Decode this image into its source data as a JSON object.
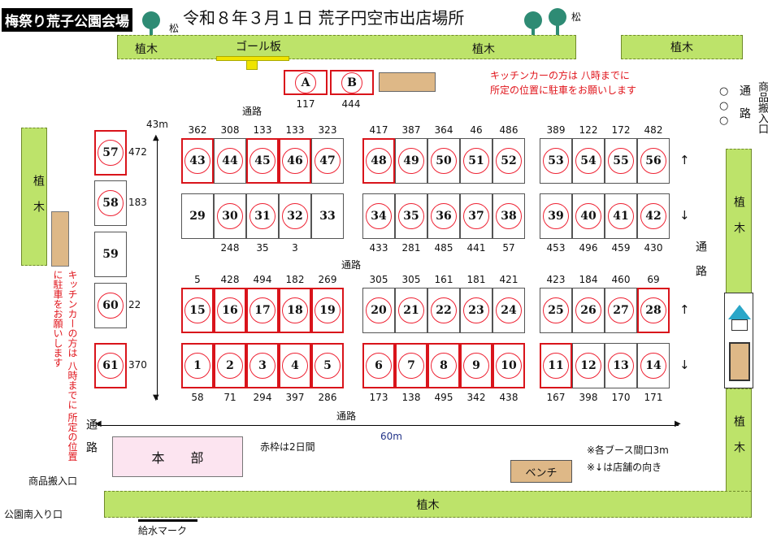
{
  "header": {
    "venue": "梅祭り荒子公園会場",
    "title": "令和８年３月１日 荒子円空市出店場所",
    "pine_label": "松"
  },
  "hedge_label": "植木",
  "goal_label": "ゴール板",
  "special_booths": [
    {
      "no": "A",
      "value": "117"
    },
    {
      "no": "B",
      "value": "444"
    }
  ],
  "kitchen_note": [
    "キッチンカーの方は 八時までに",
    "所定の位置に駐車をお願いします"
  ],
  "kitchen_note_vertical": "キッチンカーの方は 八時までに 所定の位置に駐車をお願いします",
  "aisle": "通路",
  "aisle_top": "通 路",
  "aisle_right": "○○○",
  "goods_entrance": "商品搬入口",
  "dim_height": "43m",
  "dim_width": "60m",
  "hq": "本　　部",
  "red_frame_note": "赤枠は2日間",
  "notes": [
    "※各ブース間口3m",
    "※↓は店舗の向き"
  ],
  "bench": "ベンチ",
  "south_entrance": "公園南入り口",
  "water_mark": "給水マーク",
  "colors": {
    "hedge": "#bde36a",
    "red": "#e0141b",
    "bench": "#deb887",
    "hq": "#fce4f0",
    "arrow_up": "#2aa6c8"
  },
  "row_arrows": [
    "↑",
    "↓",
    "↑",
    "↓"
  ],
  "rows": [
    {
      "label_pos": "top",
      "booths": [
        {
          "no": "43",
          "value": "362",
          "red": true
        },
        {
          "no": "44",
          "value": "308"
        },
        {
          "no": "45",
          "value": "133",
          "red": true
        },
        {
          "no": "46",
          "value": "133",
          "red": true
        },
        {
          "no": "47",
          "value": "323"
        },
        {
          "no": "48",
          "value": "417",
          "red": true
        },
        {
          "no": "49",
          "value": "387"
        },
        {
          "no": "50",
          "value": "364"
        },
        {
          "no": "51",
          "value": "46"
        },
        {
          "no": "52",
          "value": "486"
        },
        {
          "no": "53",
          "value": "389"
        },
        {
          "no": "54",
          "value": "122"
        },
        {
          "no": "55",
          "value": "172"
        },
        {
          "no": "56",
          "value": "482"
        }
      ]
    },
    {
      "label_pos": "bottom",
      "booths": [
        {
          "no": "29",
          "value": "",
          "plain": true
        },
        {
          "no": "30",
          "value": "248"
        },
        {
          "no": "31",
          "value": "35"
        },
        {
          "no": "32",
          "value": "3"
        },
        {
          "no": "33",
          "value": "",
          "plain": true
        },
        {
          "no": "34",
          "value": "433"
        },
        {
          "no": "35",
          "value": "281"
        },
        {
          "no": "36",
          "value": "485"
        },
        {
          "no": "37",
          "value": "441"
        },
        {
          "no": "38",
          "value": "57"
        },
        {
          "no": "39",
          "value": "453"
        },
        {
          "no": "40",
          "value": "496"
        },
        {
          "no": "41",
          "value": "459"
        },
        {
          "no": "42",
          "value": "430"
        }
      ]
    },
    {
      "label_pos": "top",
      "booths": [
        {
          "no": "15",
          "value": "5",
          "red": true
        },
        {
          "no": "16",
          "value": "428",
          "red": true
        },
        {
          "no": "17",
          "value": "494",
          "red": true
        },
        {
          "no": "18",
          "value": "182",
          "red": true
        },
        {
          "no": "19",
          "value": "269",
          "red": true
        },
        {
          "no": "20",
          "value": "305"
        },
        {
          "no": "21",
          "value": "305"
        },
        {
          "no": "22",
          "value": "161"
        },
        {
          "no": "23",
          "value": "181"
        },
        {
          "no": "24",
          "value": "421"
        },
        {
          "no": "25",
          "value": "423"
        },
        {
          "no": "26",
          "value": "184"
        },
        {
          "no": "27",
          "value": "460"
        },
        {
          "no": "28",
          "value": "69",
          "red": true
        }
      ]
    },
    {
      "label_pos": "bottom",
      "booths": [
        {
          "no": "1",
          "value": "58",
          "red": true
        },
        {
          "no": "2",
          "value": "71",
          "red": true
        },
        {
          "no": "3",
          "value": "294",
          "red": true
        },
        {
          "no": "4",
          "value": "397",
          "red": true
        },
        {
          "no": "5",
          "value": "286",
          "red": true
        },
        {
          "no": "6",
          "value": "173",
          "red": true
        },
        {
          "no": "7",
          "value": "138",
          "red": true
        },
        {
          "no": "8",
          "value": "495",
          "red": true
        },
        {
          "no": "9",
          "value": "342",
          "red": true
        },
        {
          "no": "10",
          "value": "438",
          "red": true
        },
        {
          "no": "11",
          "value": "167",
          "red": true
        },
        {
          "no": "12",
          "value": "398"
        },
        {
          "no": "13",
          "value": "170"
        },
        {
          "no": "14",
          "value": "171"
        }
      ]
    }
  ],
  "left_column": [
    {
      "no": "57",
      "value": "472",
      "red": true
    },
    {
      "no": "58",
      "value": "183"
    },
    {
      "no": "59",
      "value": "",
      "plain": true
    },
    {
      "no": "60",
      "value": "22"
    },
    {
      "no": "61",
      "value": "370",
      "red": true
    }
  ]
}
